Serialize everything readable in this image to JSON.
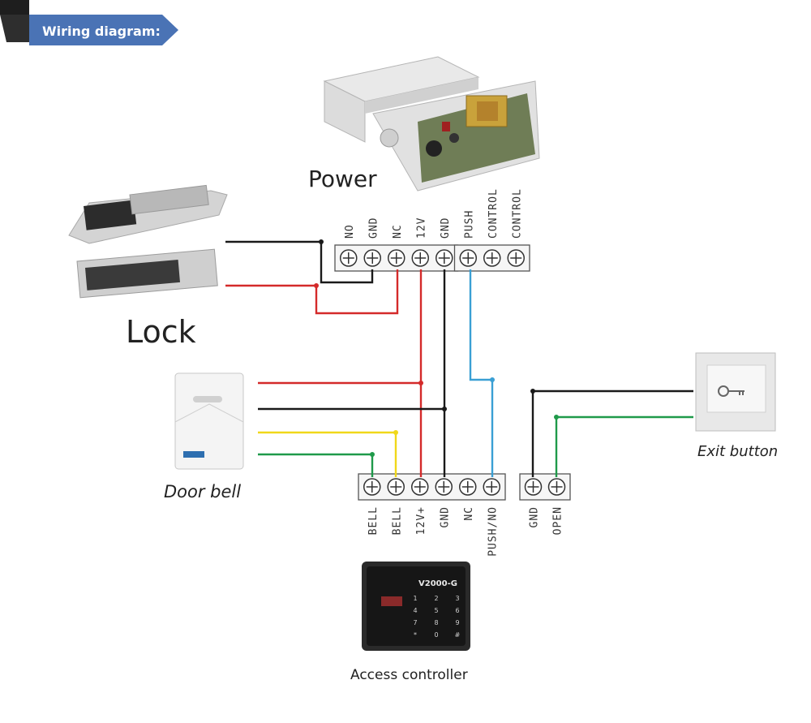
{
  "banner": {
    "title": "Wiring diagram:"
  },
  "devices": {
    "power": "Power",
    "lock": "Lock",
    "door_bell": "Door bell",
    "exit_button": "Exit button",
    "access_controller": "Access controller",
    "controller_model": "V2000-G"
  },
  "power_terminals": [
    "NO",
    "GND",
    "NC",
    "12V",
    "GND",
    "PUSH",
    "CONTROL",
    "CONTROL"
  ],
  "controller_terminals": [
    "BELL",
    "BELL",
    "12V+",
    "GND",
    "NC",
    "PUSH/NO"
  ],
  "exit_terminals": [
    "GND",
    "OPEN"
  ],
  "keypad_keys": [
    "1",
    "2",
    "3",
    "4",
    "5",
    "6",
    "7",
    "8",
    "9",
    "*",
    "0",
    "#"
  ],
  "colors": {
    "banner": "#4a73b5",
    "wire_black": "#1a1a1a",
    "wire_red": "#d42a2a",
    "wire_blue": "#3a9fd4",
    "wire_yellow": "#f0d81a",
    "wire_green": "#1f9a4a"
  }
}
